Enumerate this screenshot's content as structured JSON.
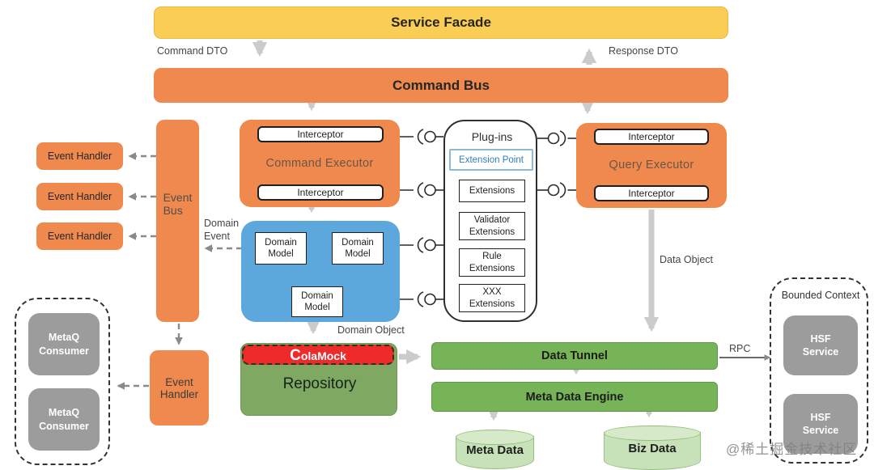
{
  "colors": {
    "yellow": "#FACD55",
    "orange": "#F0894E",
    "blue": "#5CA7DB",
    "green": "#76B457",
    "green_muted": "#7FA963",
    "light_green": "#C7E2B8",
    "gray_box": "#9C9C9C",
    "red": "#EE2B2B"
  },
  "top": {
    "service_facade": "Service Facade",
    "command_dto": "Command DTO",
    "response_dto": "Response DTO",
    "command_bus": "Command Bus"
  },
  "executors": {
    "command": {
      "title": "Command Executor",
      "interceptors": [
        "Interceptor",
        "Interceptor"
      ]
    },
    "query": {
      "title": "Query Executor",
      "interceptors": [
        "Interceptor",
        "Interceptor"
      ]
    }
  },
  "plugins": {
    "title": "Plug-ins",
    "extension_point": "Extension Point",
    "items": [
      "Extensions",
      "Validator\nExtensions",
      "Rule\nExtensions",
      "XXX\nExtensions"
    ]
  },
  "events": {
    "handlers": [
      "Event Handler",
      "Event Handler",
      "Event Handler"
    ],
    "bus": "Event\nBus",
    "domain_event": "Domain\nEvent",
    "bottom_handler": "Event\nHandler"
  },
  "domain": {
    "models": [
      "Domain\nModel",
      "Domain\nModel",
      "Domain\nModel"
    ],
    "domain_object": "Domain Object"
  },
  "repository": {
    "mock": "ColaMock",
    "title": "Repository"
  },
  "data_layer": {
    "data_tunnel": "Data Tunnel",
    "meta_data_engine": "Meta Data Engine",
    "meta_data": "Meta Data",
    "biz_data": "Biz Data",
    "data_object": "Data Object",
    "rpc": "RPC"
  },
  "external": {
    "metaq_consumers": [
      "MetaQ\nConsumer",
      "MetaQ\nConsumer"
    ],
    "bounded_context": {
      "title": "Bounded Context",
      "services": [
        "HSF\nService",
        "HSF\nService"
      ]
    }
  },
  "watermark": "@稀土掘金技术社区"
}
